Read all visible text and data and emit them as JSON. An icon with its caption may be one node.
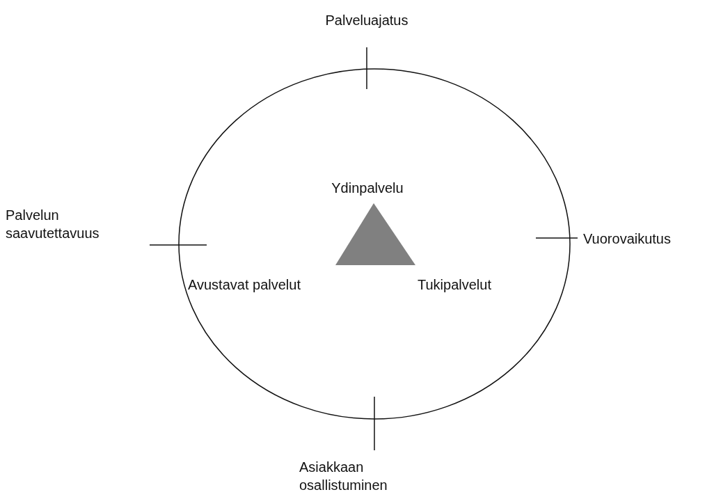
{
  "diagram": {
    "nodes": [
      {
        "text": [],
        "shape": "circle"
      },
      {
        "text": [
          "Ydinpalvelu",
          "Avustavat palvelut",
          "Tukipalvelut"
        ],
        "in": 0
      }
    ],
    "labels": [
      "Palveluajatus",
      "Palvelun saavutettavuus",
      "Vuorovaikutus",
      "Asiakkaan osallistuminen"
    ]
  }
}
